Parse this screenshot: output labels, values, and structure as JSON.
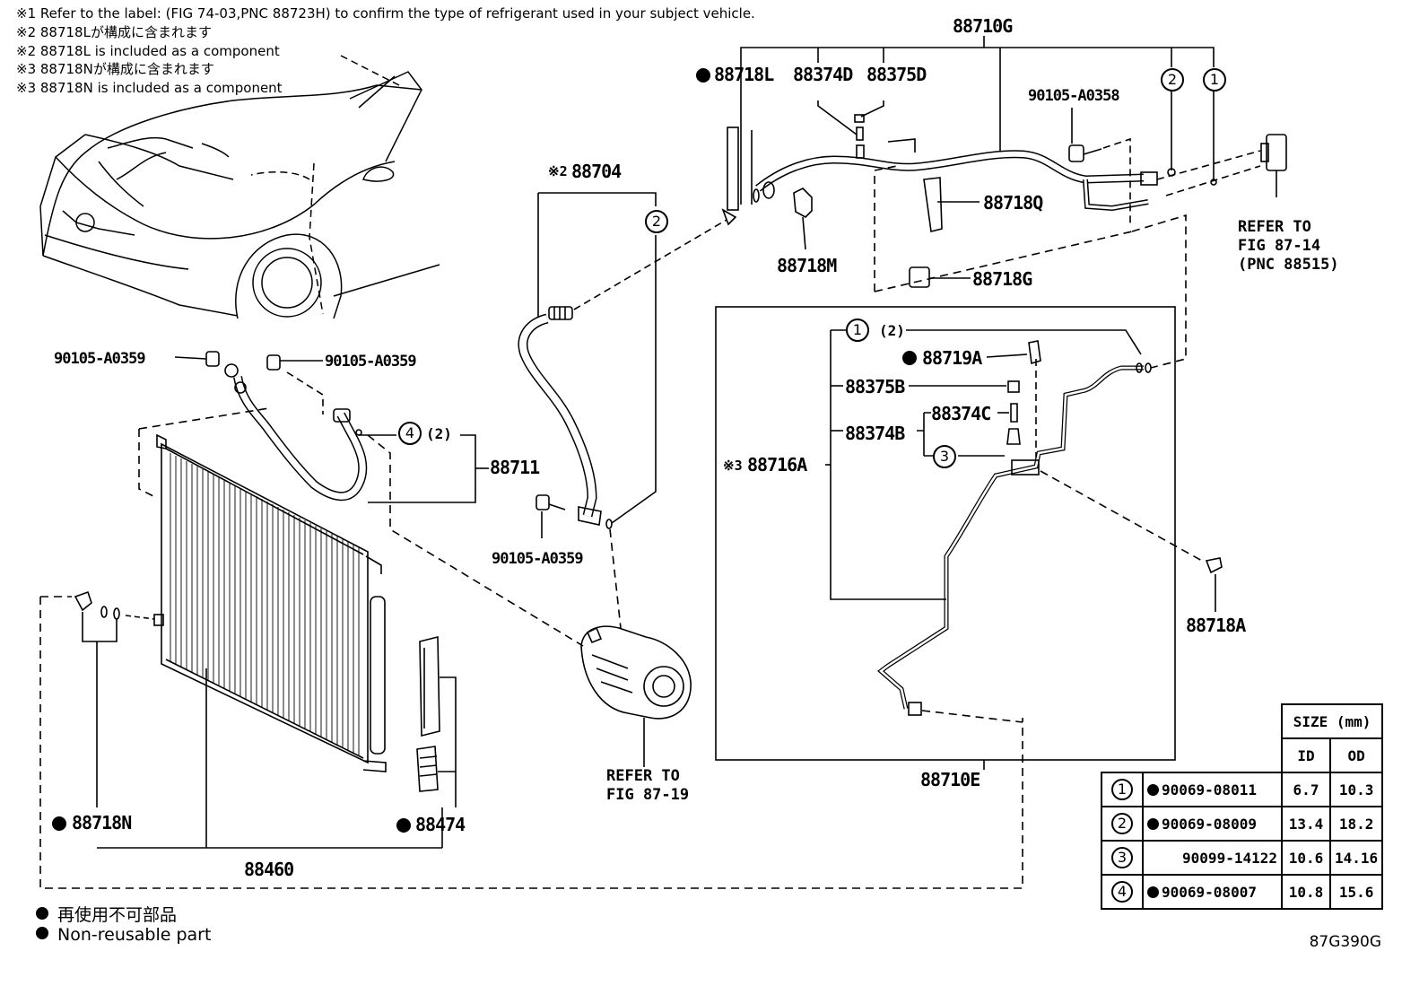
{
  "notes": [
    "※1 Refer to the label: (FIG 74-03,PNC 88723H) to confirm the type of refrigerant used in your subject vehicle.",
    "※2 88718Lが構成に含まれます",
    "※2 88718L is included as a component",
    "※3 88718Nが構成に含まれます",
    "※3 88718N is included as a component"
  ],
  "parts": {
    "p88710G": "88710G",
    "p88718L": "88718L",
    "p88374D": "88374D",
    "p88375D": "88375D",
    "p90105_A0358": "90105-A0358",
    "p88718Q": "88718Q",
    "p88718M": "88718M",
    "p88718G": "88718G",
    "p88704": "88704",
    "p88704_mark": "※2",
    "p90105_A0359_a": "90105-A0359",
    "p90105_A0359_b": "90105-A0359",
    "p90105_A0359_c": "90105-A0359",
    "p88711": "88711",
    "p88719A": "88719A",
    "p88375B": "88375B",
    "p88374C": "88374C",
    "p88374B": "88374B",
    "p88716A": "88716A",
    "p88716A_mark": "※3",
    "p88718A": "88718A",
    "p88710E": "88710E",
    "p88718N": "88718N",
    "p88474": "88474",
    "p88460": "88460"
  },
  "refs": {
    "fig87_14": [
      "REFER TO",
      "FIG 87-14",
      "(PNC 88515)"
    ],
    "fig87_19": [
      "REFER TO",
      "FIG 87-19"
    ]
  },
  "callouts": {
    "c1": "1",
    "c2": "2",
    "c3": "3",
    "c4": "4",
    "qty2": "(2)"
  },
  "size_table": {
    "header": "SIZE (mm)",
    "cols": [
      "ID",
      "OD"
    ],
    "rows": [
      {
        "no": "1",
        "non_reusable": true,
        "part": "90069-08011",
        "id": "6.7",
        "od": "10.3"
      },
      {
        "no": "2",
        "non_reusable": true,
        "part": "90069-08009",
        "id": "13.4",
        "od": "18.2"
      },
      {
        "no": "3",
        "non_reusable": false,
        "part": "90099-14122",
        "id": "10.6",
        "od": "14.16"
      },
      {
        "no": "4",
        "non_reusable": true,
        "part": "90069-08007",
        "id": "10.8",
        "od": "15.6"
      }
    ]
  },
  "legend": {
    "jp": "再使用不可部品",
    "en": "Non-reusable part"
  },
  "fig_code": "87G390G"
}
